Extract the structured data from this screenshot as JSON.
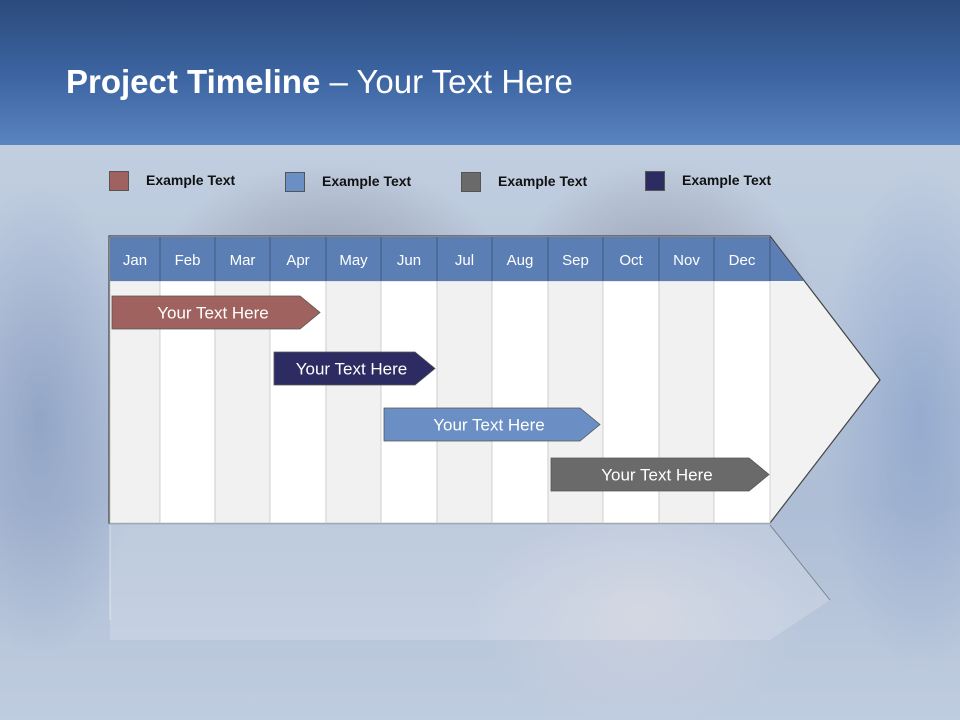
{
  "title": {
    "bold": "Project Timeline",
    "rest": " – Your Text Here"
  },
  "legend": [
    {
      "label": "Example Text",
      "color": "#a0625e"
    },
    {
      "label": "Example Text",
      "color": "#6b8fc4"
    },
    {
      "label": "Example Text",
      "color": "#6a6a6a"
    },
    {
      "label": "Example Text",
      "color": "#2c2c62"
    }
  ],
  "months": [
    "Jan",
    "Feb",
    "Mar",
    "Apr",
    "May",
    "Jun",
    "Jul",
    "Aug",
    "Sep",
    "Oct",
    "Nov",
    "Dec"
  ],
  "tasks": [
    {
      "label": "Your  Text Here",
      "color": "#a0625e"
    },
    {
      "label": "Your  Text Here",
      "color": "#2c2c62"
    },
    {
      "label": "Your  Text Here",
      "color": "#6b8fc4"
    },
    {
      "label": "Your  Text Here",
      "color": "#6a6a6a"
    }
  ],
  "colors": {
    "header": "#3d66a3",
    "month_strip": "#5b7fb5"
  }
}
